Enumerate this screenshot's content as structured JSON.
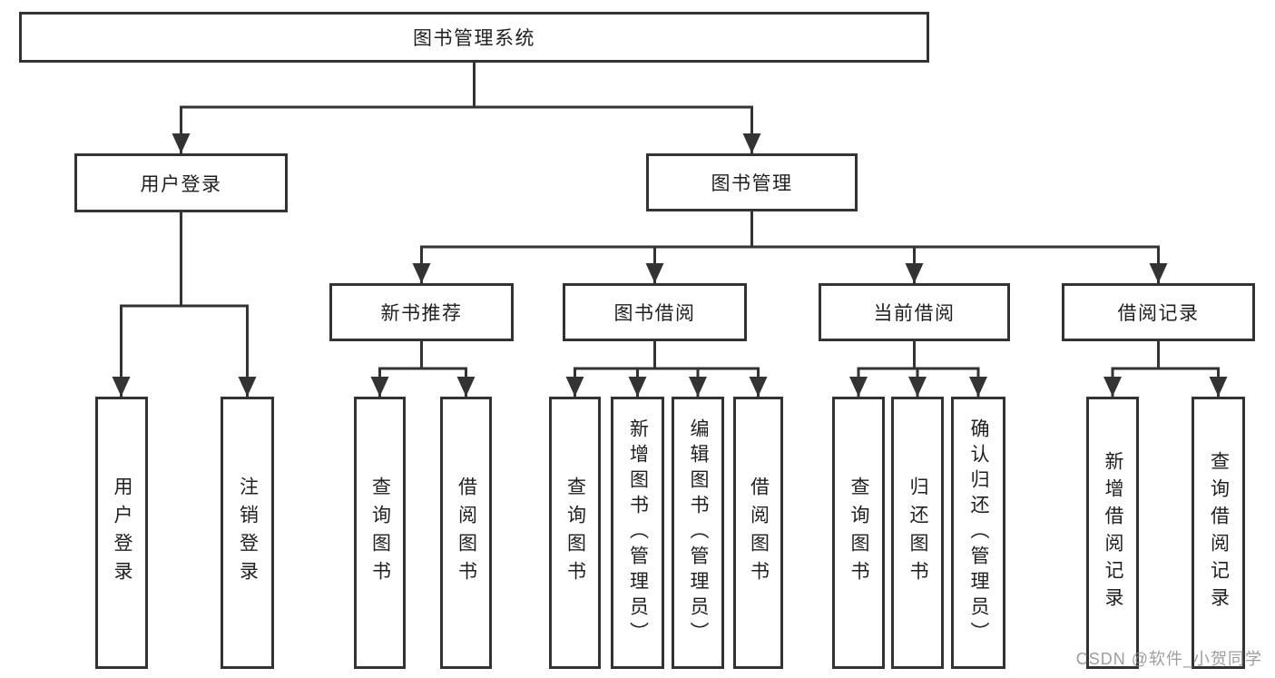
{
  "tree": {
    "root_label": "图书管理系统",
    "branches": [
      {
        "label": "用户登录",
        "children": [
          "用户登录",
          "注销登录"
        ]
      },
      {
        "label": "图书管理",
        "groups": [
          {
            "label": "新书推荐",
            "children": [
              "查询图书",
              "借阅图书"
            ]
          },
          {
            "label": "图书借阅",
            "children": [
              "查询图书",
              "新增图书（管理员）",
              "编辑图书（管理员）",
              "借阅图书"
            ]
          },
          {
            "label": "当前借阅",
            "children": [
              "查询图书",
              "归还图书",
              "确认归还（管理员）"
            ]
          },
          {
            "label": "借阅记录",
            "children": [
              "新增借阅记录",
              "查询借阅记录"
            ]
          }
        ]
      }
    ]
  },
  "watermark": {
    "text": "CSDN @软件_小贺同学"
  },
  "colors": {
    "line": "#333333",
    "text": "#1f1f1f",
    "background": "#ffffff",
    "watermark": "#8c8c8c"
  }
}
